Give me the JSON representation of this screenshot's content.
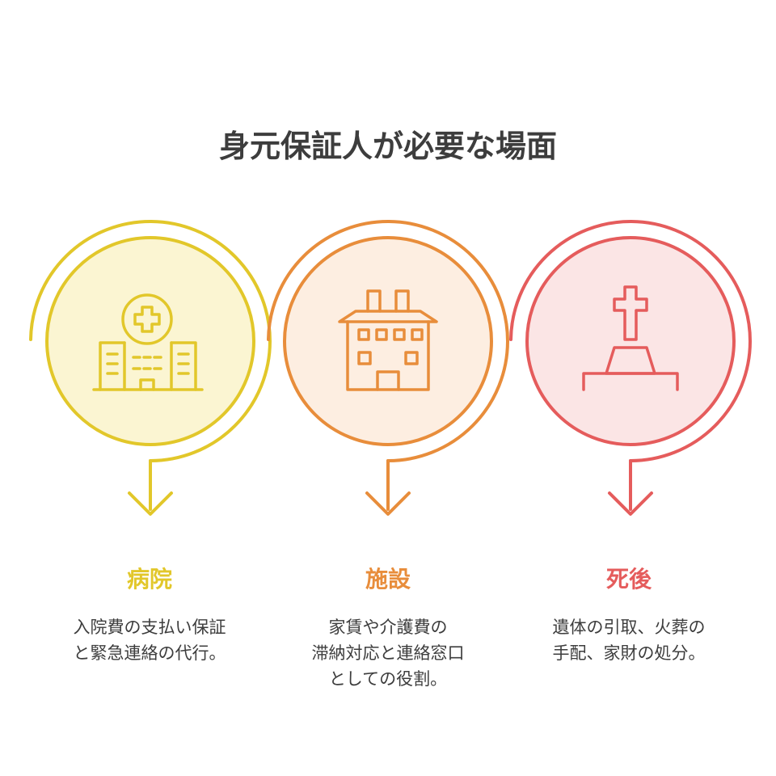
{
  "title": "身元保証人が必要な場面",
  "colors": {
    "hospital": "#e2c72a",
    "facility": "#e88d3b",
    "afterdeath": "#e55c5c",
    "title": "#3d3d3d"
  },
  "steps": [
    {
      "icon": "hospital-icon",
      "heading": "病院",
      "description": "入院費の支払い保証\nと緊急連絡の代行。"
    },
    {
      "icon": "building-icon",
      "heading": "施設",
      "description": "家賃や介護費の\n滞納対応と連絡窓口\nとしての役割。"
    },
    {
      "icon": "grave-cross-icon",
      "heading": "死後",
      "description": "遺体の引取、火葬の\n手配、家財の処分。"
    }
  ]
}
